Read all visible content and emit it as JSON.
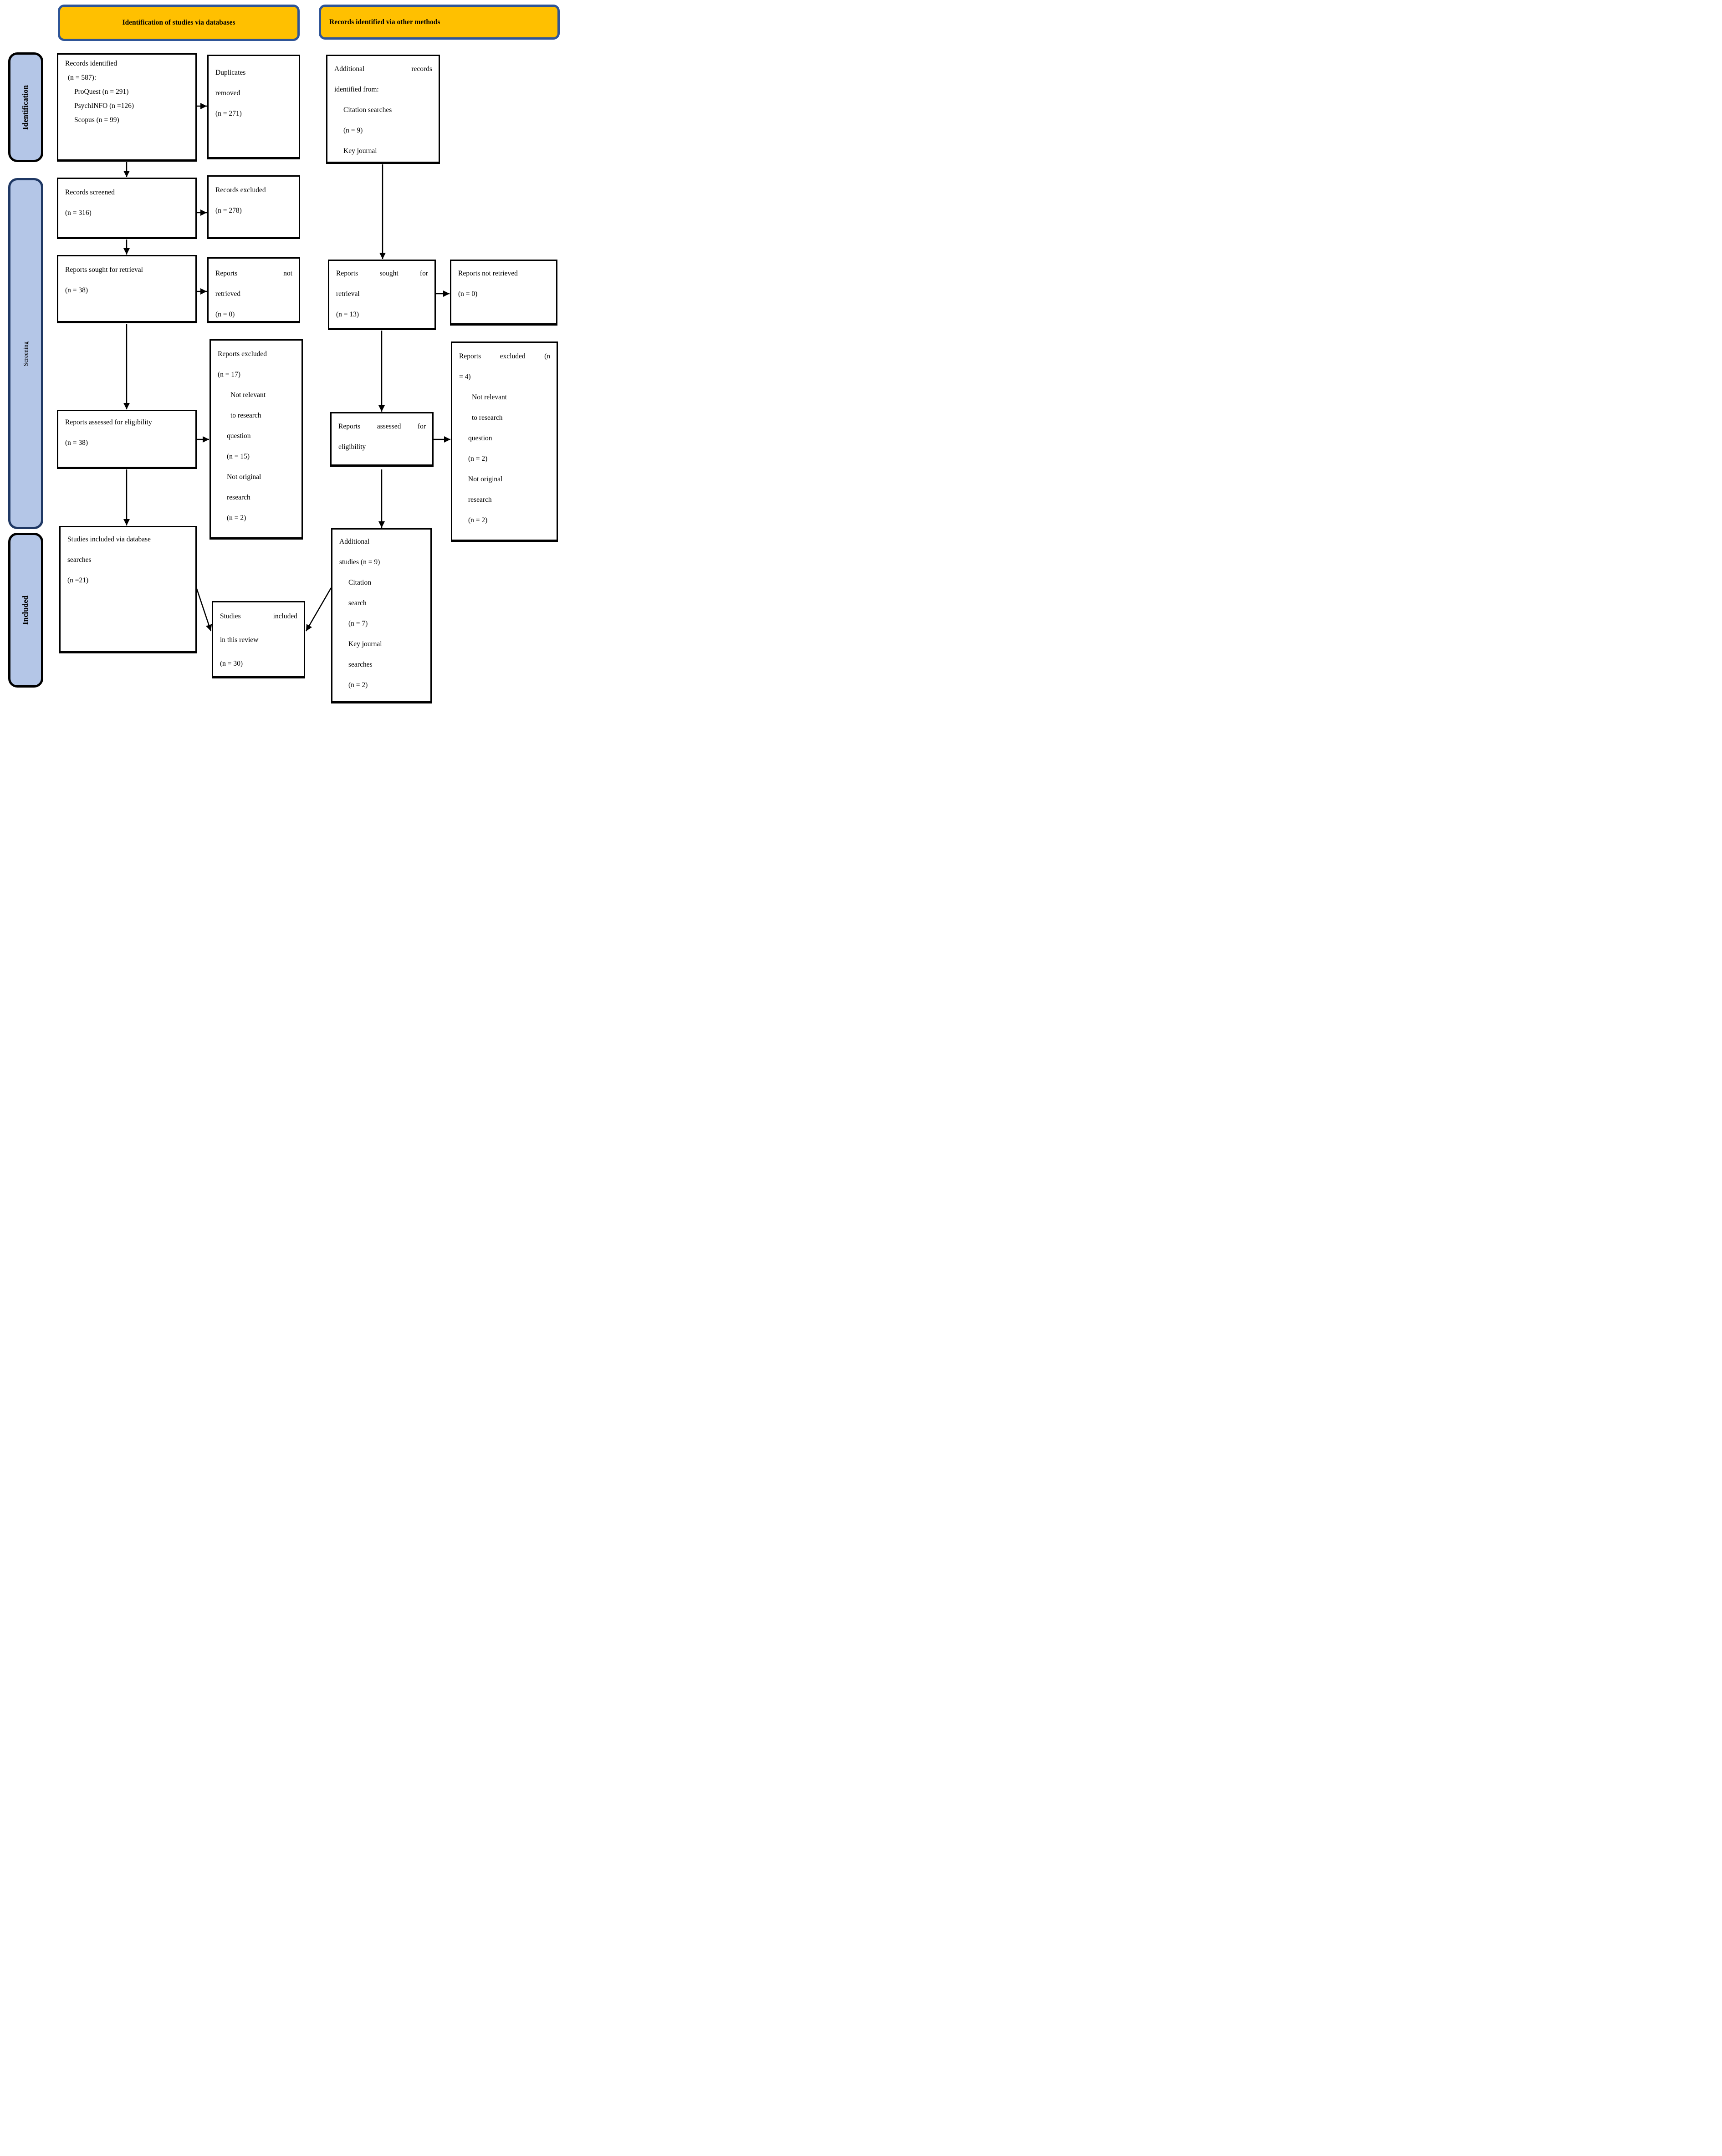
{
  "headers": {
    "databases": "Identification of studies via databases",
    "other_methods": "Records identified via other methods"
  },
  "sidebar": {
    "identification": "Identification",
    "screening": "Screening",
    "included": "Included"
  },
  "colors": {
    "header_fill": "#FFC000",
    "header_border": "#2F5597",
    "sidebar_fill": "#B4C6E7",
    "sidebar_border_dark": "#1F3864",
    "box_border": "#000000"
  },
  "boxes": {
    "records_identified": {
      "lines": [
        {
          "text": "Records identified"
        },
        {
          "text": "(n = 587):"
        },
        {
          "text": "ProQuest (n = 291)"
        },
        {
          "text": "PsychINFO (n =126)"
        },
        {
          "text": "Scopus (n = 99)"
        }
      ]
    },
    "duplicates_removed": {
      "lines": [
        {
          "text": "Duplicates"
        },
        {
          "text": "removed"
        },
        {
          "text": "(n = 271)"
        }
      ]
    },
    "records_screened": {
      "lines": [
        {
          "text": "Records screened"
        },
        {
          "text": "(n = 316)"
        }
      ]
    },
    "records_excluded": {
      "lines": [
        {
          "text": "Records excluded"
        },
        {
          "text": "(n = 278)"
        }
      ]
    },
    "reports_sought_db": {
      "lines": [
        {
          "text": "Reports sought for retrieval"
        },
        {
          "text": "(n = 38)"
        }
      ]
    },
    "reports_not_retrieved_db": {
      "lines": [
        {
          "text": "Reports not"
        },
        {
          "text": "retrieved"
        },
        {
          "text": "(n = 0)"
        }
      ]
    },
    "reports_assessed_db": {
      "lines": [
        {
          "text": "Reports assessed for eligibility"
        },
        {
          "text": "(n = 38)"
        }
      ]
    },
    "reports_excluded_db": {
      "lines": [
        {
          "text": "Reports excluded"
        },
        {
          "text": "(n = 17)"
        },
        {
          "text": "Not relevant"
        },
        {
          "text": "to research"
        },
        {
          "text": "question"
        },
        {
          "text": "(n = 15)"
        },
        {
          "text": "Not original"
        },
        {
          "text": "research"
        },
        {
          "text": "(n = 2)"
        }
      ]
    },
    "studies_included_db": {
      "lines": [
        {
          "text": "Studies included via database"
        },
        {
          "text": "searches"
        },
        {
          "text": "(n =21)"
        }
      ]
    },
    "studies_included_review": {
      "lines": [
        {
          "text": "Studies included"
        },
        {
          "text": "in this review"
        },
        {
          "text": "(n = 30)"
        }
      ]
    },
    "additional_records": {
      "lines": [
        {
          "text": "Additional records"
        },
        {
          "text": "identified from:"
        },
        {
          "text": "Citation searches"
        },
        {
          "text": "(n = 9)"
        },
        {
          "text": "Key journal"
        }
      ]
    },
    "reports_sought_other": {
      "lines": [
        {
          "text": "Reports sought for"
        },
        {
          "text": "retrieval"
        },
        {
          "text": "(n = 13)"
        }
      ]
    },
    "reports_not_retrieved_other": {
      "lines": [
        {
          "text": "Reports not retrieved"
        },
        {
          "text": "(n = 0)"
        }
      ]
    },
    "reports_assessed_other": {
      "lines": [
        {
          "text": "Reports assessed for"
        },
        {
          "text": "eligibility"
        }
      ]
    },
    "reports_excluded_other": {
      "lines": [
        {
          "text": "Reports excluded (n"
        },
        {
          "text": "= 4)"
        },
        {
          "text": "Not relevant"
        },
        {
          "text": "to research"
        },
        {
          "text": "question"
        },
        {
          "text": "(n = 2)"
        },
        {
          "text": "Not original"
        },
        {
          "text": "research"
        },
        {
          "text": "(n = 2)"
        }
      ]
    },
    "additional_studies": {
      "lines": [
        {
          "text": "Additional"
        },
        {
          "text": "studies (n = 9)"
        },
        {
          "text": "Citation"
        },
        {
          "text": "search"
        },
        {
          "text": "(n = 7)"
        },
        {
          "text": "Key journal"
        },
        {
          "text": "searches"
        },
        {
          "text": "(n = 2)"
        }
      ]
    }
  }
}
